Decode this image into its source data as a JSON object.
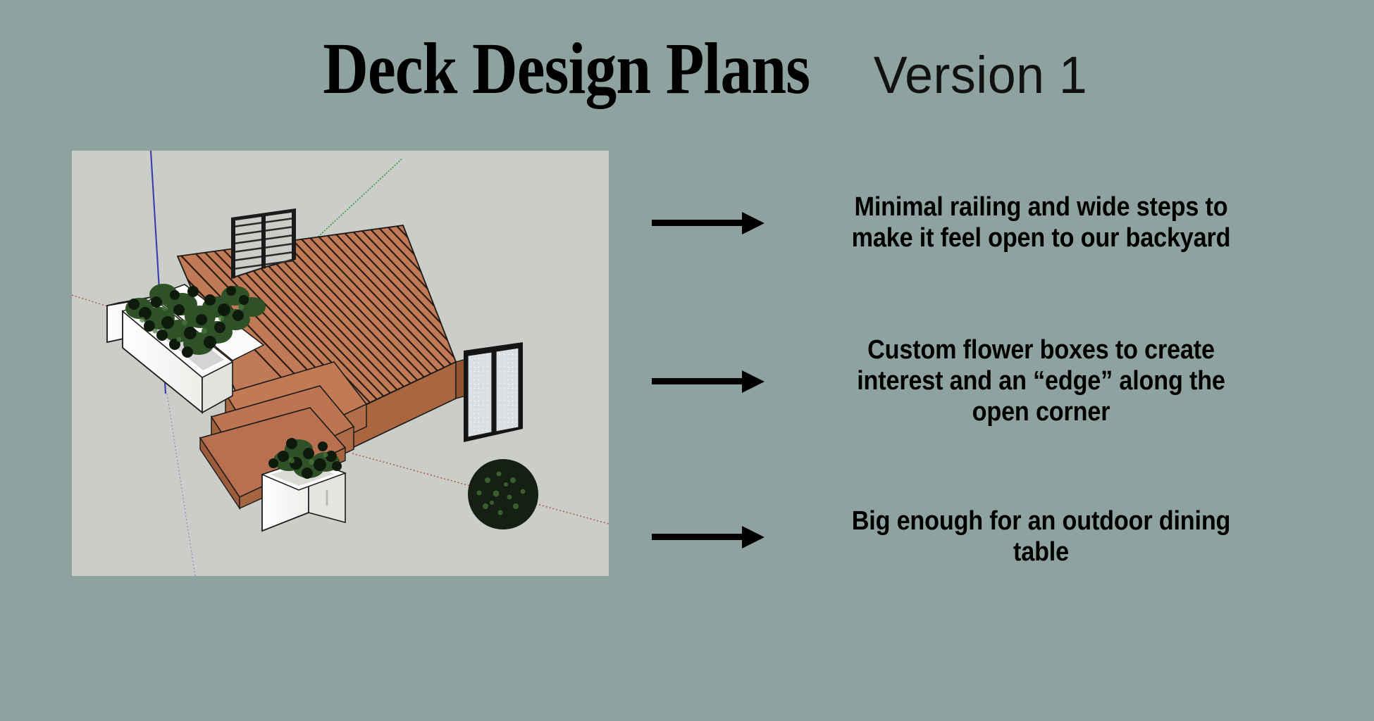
{
  "page": {
    "background_color": "#8ea3a0",
    "text_color": "#000000"
  },
  "header": {
    "title": "Deck Design Plans",
    "version_label": "Version 1"
  },
  "viewport": {
    "name": "sketchup-3d-model",
    "background_color": "#cbcdc9",
    "deck_color": "#c07a55",
    "planter_color": "#f2f2f0",
    "foliage_color": "#2d4a28",
    "axis_blue": "#3333aa",
    "axis_green": "#2f9e3f",
    "axis_red": "#b4553c",
    "elements": [
      "deck-surface",
      "deck-planks",
      "horizontal-slat-railing",
      "sliding-glass-door",
      "white-flower-boxes",
      "wide-steps",
      "round-shrub",
      "axis-lines"
    ]
  },
  "callouts": [
    {
      "id": "callout-railing-steps",
      "arrow_name": "callout-arrow-1",
      "text": "Minimal railing and wide steps to make it feel open to our backyard"
    },
    {
      "id": "callout-flower-boxes",
      "arrow_name": "callout-arrow-2",
      "text": "Custom flower boxes to create interest and an “edge” along the open corner"
    },
    {
      "id": "callout-dining-table",
      "arrow_name": "callout-arrow-3",
      "text": "Big enough for an outdoor dining table"
    }
  ]
}
